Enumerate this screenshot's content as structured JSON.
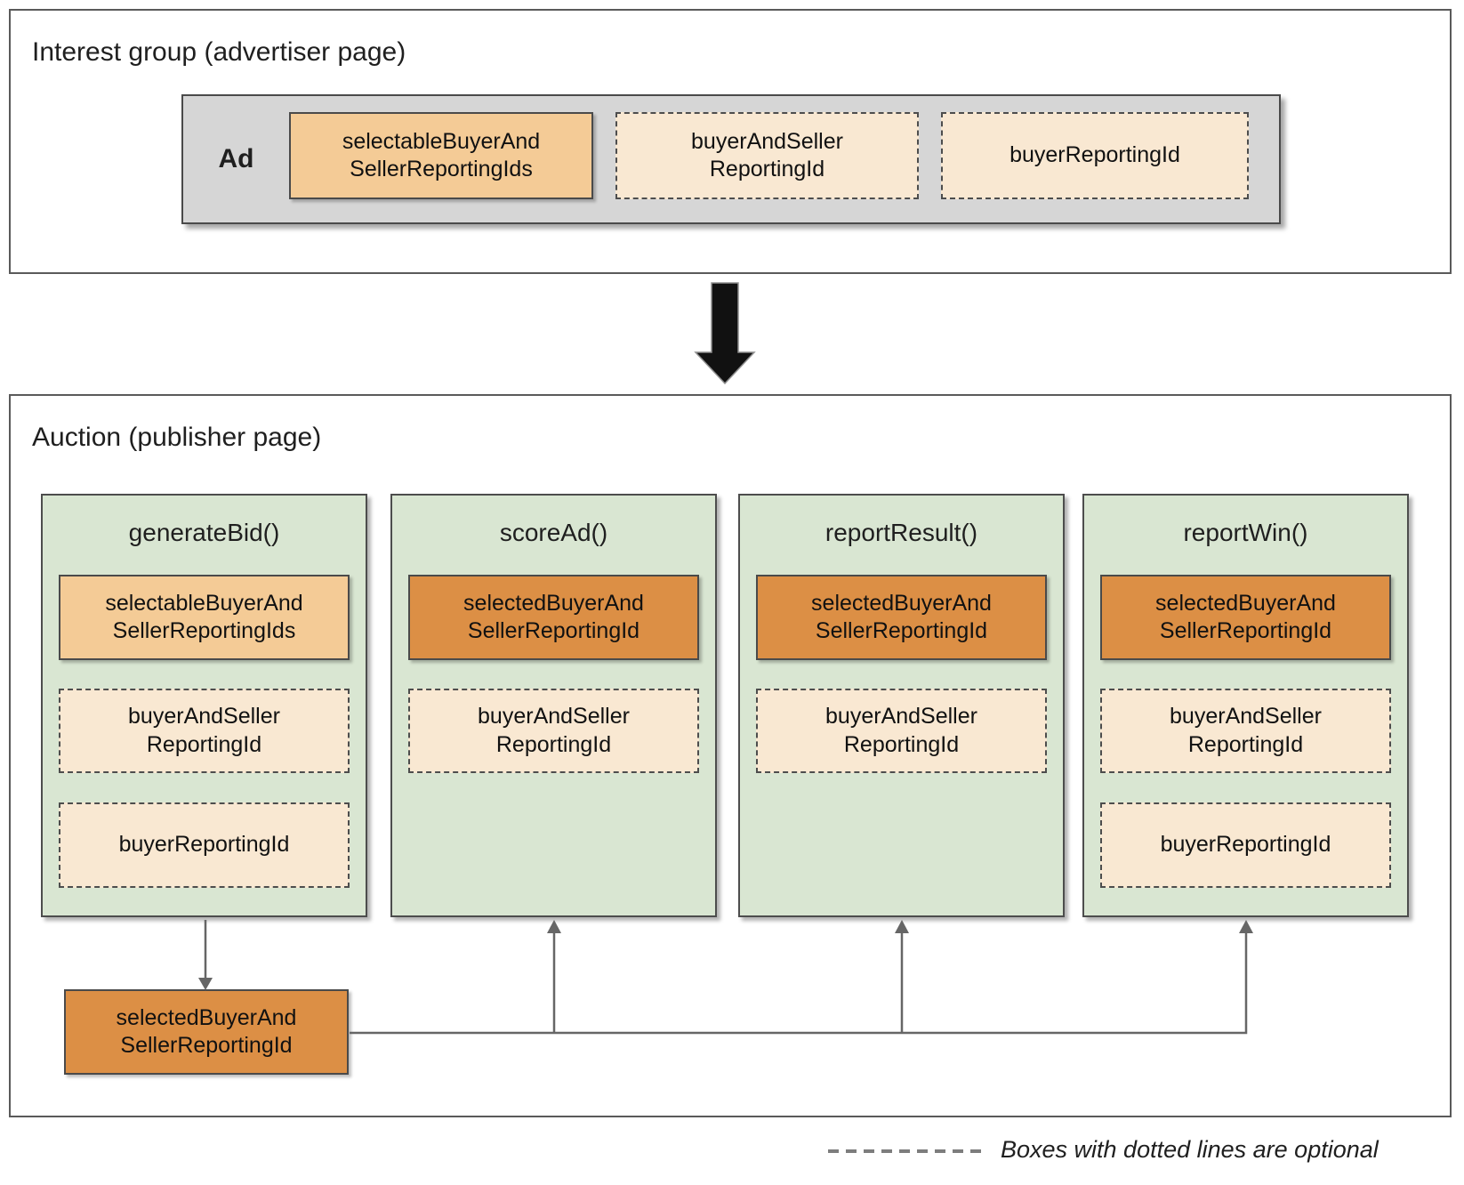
{
  "palette": {
    "frame-border": "#5a5a5a",
    "container-gray": "#d6d6d6",
    "container-border": "#4a4a4a",
    "panel-green": "#d9e6d2",
    "panel-border": "#4d4d4d",
    "chip-light-orange": "#f4cb96",
    "chip-cream": "#f9e8d2",
    "chip-dark-orange": "#dc8f45",
    "chip-border": "#4a4a4a",
    "connector-gray": "#666666",
    "arrow-black": "#111111",
    "text-dark": "#1f1f1f",
    "legend-dash": "#7d7d7d"
  },
  "interest_group": {
    "title": "Interest group (advertiser page)",
    "ad_label": "Ad",
    "boxes": [
      {
        "label": "selectableBuyerAnd\nSellerReportingIds",
        "optional": false,
        "emphasis": "light-orange"
      },
      {
        "label": "buyerAndSeller\nReportingId",
        "optional": true,
        "emphasis": "cream"
      },
      {
        "label": "buyerReportingId",
        "optional": true,
        "emphasis": "cream"
      }
    ]
  },
  "auction": {
    "title": "Auction (publisher page)",
    "functions": [
      {
        "title": "generateBid()",
        "boxes": [
          {
            "label": "selectableBuyerAnd\nSellerReportingIds",
            "optional": false,
            "emphasis": "light-orange"
          },
          {
            "label": "buyerAndSeller\nReportingId",
            "optional": true,
            "emphasis": "cream"
          },
          {
            "label": "buyerReportingId",
            "optional": true,
            "emphasis": "cream"
          }
        ]
      },
      {
        "title": "scoreAd()",
        "boxes": [
          {
            "label": "selectedBuyerAnd\nSellerReportingId",
            "optional": false,
            "emphasis": "dark-orange"
          },
          {
            "label": "buyerAndSeller\nReportingId",
            "optional": true,
            "emphasis": "cream"
          }
        ]
      },
      {
        "title": "reportResult()",
        "boxes": [
          {
            "label": "selectedBuyerAnd\nSellerReportingId",
            "optional": false,
            "emphasis": "dark-orange"
          },
          {
            "label": "buyerAndSeller\nReportingId",
            "optional": true,
            "emphasis": "cream"
          }
        ]
      },
      {
        "title": "reportWin()",
        "boxes": [
          {
            "label": "selectedBuyerAnd\nSellerReportingId",
            "optional": false,
            "emphasis": "dark-orange"
          },
          {
            "label": "buyerAndSeller\nReportingId",
            "optional": true,
            "emphasis": "cream"
          },
          {
            "label": "buyerReportingId",
            "optional": true,
            "emphasis": "cream"
          }
        ]
      }
    ],
    "output_box": {
      "label": "selectedBuyerAnd\nSellerReportingId"
    }
  },
  "legend": {
    "text": "Boxes with dotted lines are optional"
  }
}
